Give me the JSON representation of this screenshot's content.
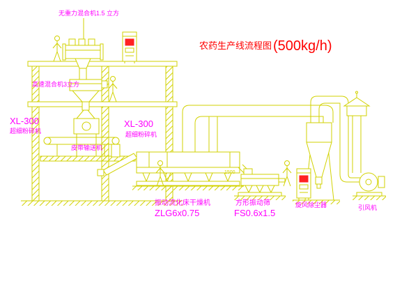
{
  "title": {
    "text": "农药生产线流程图",
    "capacity": "(500kg/h)"
  },
  "labels": {
    "gravity_mixer": "无重力混合机1.5 立方",
    "high_speed_mixer": "高速混合机3立方",
    "mill_left": {
      "model": "XL-300",
      "name": "超细粉碎机"
    },
    "mill_center": {
      "model": "XL-300",
      "name": "超细粉碎机"
    },
    "belt_conveyor": "皮带输送机",
    "dryer": {
      "name": "振动流化床干燥机",
      "model": "ZLG6x0.75"
    },
    "sieve": {
      "name": "方形振动筛",
      "model": "FS0.6x1.5"
    },
    "cyclone": "旋风除尘器",
    "fan": "引风机",
    "dim_sieve_feed": "1500"
  },
  "colors": {
    "line": "#d2d200",
    "label": "#ff00ff",
    "title": "#ff0000",
    "cabinet_screen": "#ff2222",
    "background": "#ffffff"
  }
}
